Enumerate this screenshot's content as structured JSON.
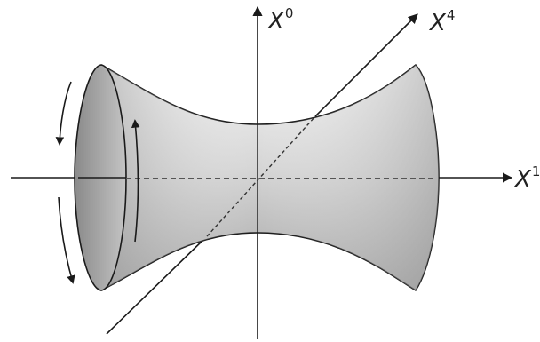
{
  "diagram": {
    "axes": [
      {
        "id": "x0",
        "base": "X",
        "superscript": "0"
      },
      {
        "id": "x4",
        "base": "X",
        "superscript": "4"
      },
      {
        "id": "x1",
        "base": "X",
        "superscript": "1"
      }
    ],
    "colors": {
      "stroke": "#1a1a1a",
      "surface_light": "#eeeeee",
      "surface_dark": "#8f8f8f",
      "rim_face": "#a6a6a6",
      "dashed_axis": "#555555"
    },
    "icons": [
      "rotation-arrow-icon"
    ]
  }
}
